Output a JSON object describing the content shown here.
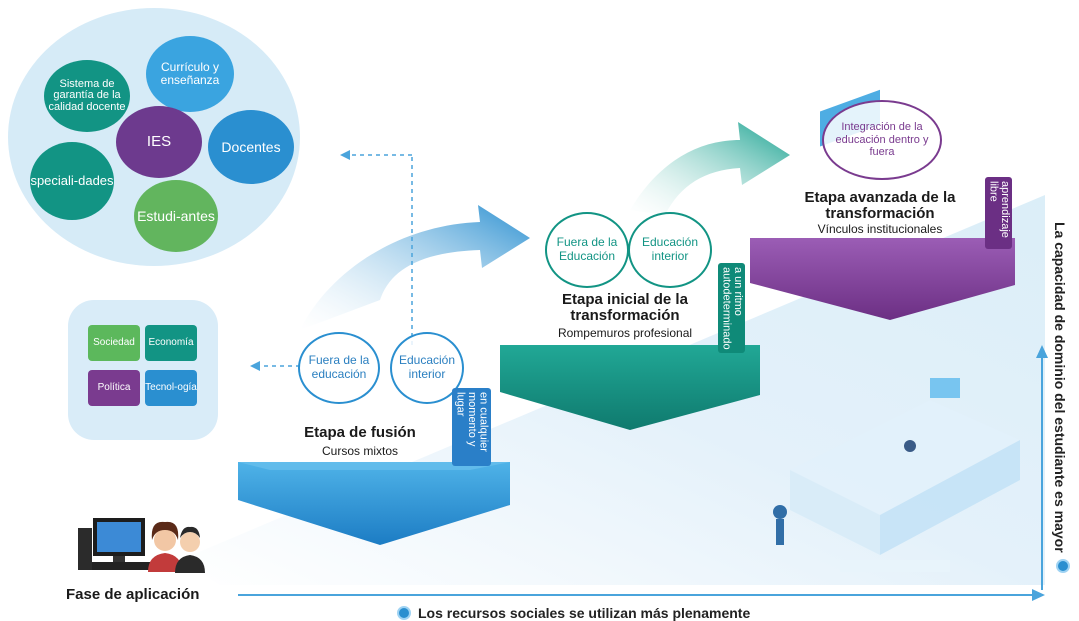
{
  "cluster": {
    "curriculo": "Currículo y enseñanza",
    "sistema": "Sistema de garantía de la calidad docente",
    "ies": "IES",
    "docentes": "Docentes",
    "especialidades": "speciali-dades",
    "estudiantes": "Estudi-antes"
  },
  "factors": {
    "sociedad": "Sociedad",
    "economia": "Economía",
    "politica": "Política",
    "tecnologia": "Tecnol-ogía"
  },
  "stage1": {
    "title": "Etapa de fusión",
    "subtitle": "Cursos mixtos",
    "ring_left": "Fuera de la educación",
    "ring_right": "Educación interior",
    "tag": "en cualquier momento y lugar"
  },
  "stage2": {
    "title": "Etapa inicial de la transformación",
    "subtitle": "Rompemuros profesional",
    "ring_left": "Fuera de la Educación",
    "ring_right": "Educación interior",
    "tag": "a un ritmo autodeterminado"
  },
  "stage3": {
    "title": "Etapa avanzada de la transformación",
    "subtitle": "Vínculos institucionales",
    "ring": "Integración de la educación dentro y fuera",
    "tag": "aprendizaje libre"
  },
  "bottom": {
    "phase_label": "Fase de aplicación",
    "x_axis_label": "Los recursos sociales se utilizan más plenamente"
  },
  "y_axis_label": "La capacidad de dominio del estudiante es mayor",
  "colors": {
    "teal": "#129484",
    "blue": "#2a8fd0",
    "purple": "#7a3b8f",
    "dark_teal": "#0f6e64",
    "green": "#5cb85c"
  }
}
